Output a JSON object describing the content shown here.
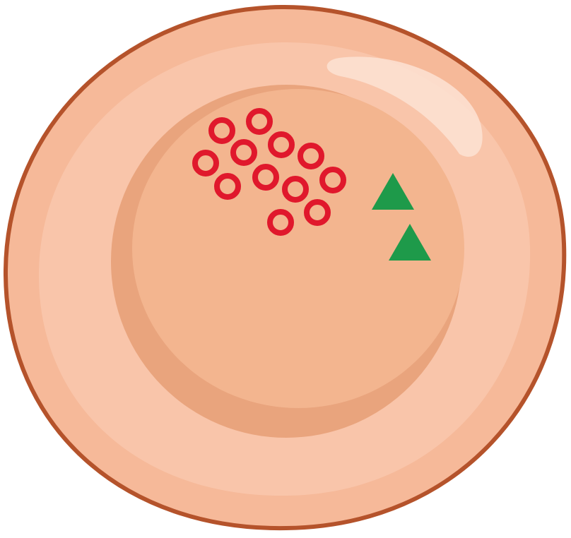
{
  "diagram": {
    "subject": "cell-illustration",
    "parts": [
      "outer-cell",
      "inner-nucleus",
      "red-ring-markers",
      "green-triangle-markers"
    ],
    "colors": {
      "background": "#ffffff",
      "cell_outline": "#b5532b",
      "cell_fill": "#f6b999",
      "cell_inner_light": "#fbd0b8",
      "highlight": "#fde2d3",
      "nucleus_shadow": "#e9a47d",
      "nucleus_fill": "#f3b58f",
      "ring_marker": "#e0182c",
      "triangle_marker": "#1e9a4a"
    },
    "markers": {
      "ring_count": 12,
      "triangle_count": 2
    }
  }
}
